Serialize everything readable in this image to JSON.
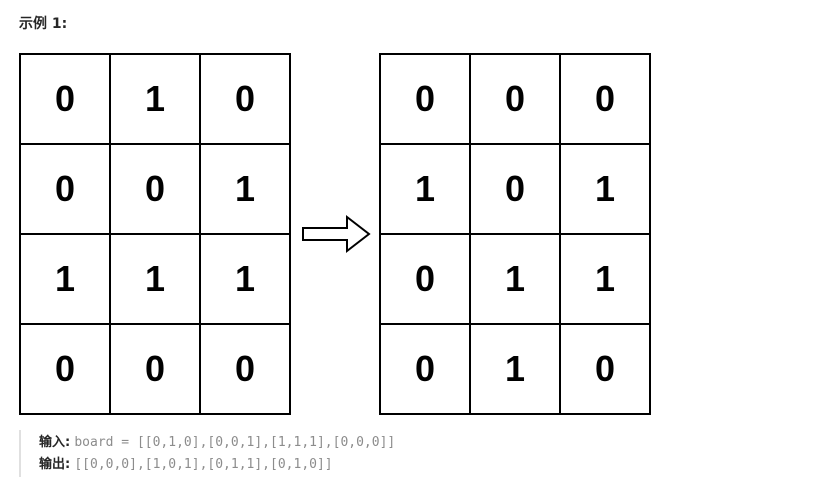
{
  "example": {
    "title": "示例 1:"
  },
  "figure": {
    "board_input": [
      [
        0,
        1,
        0
      ],
      [
        0,
        0,
        1
      ],
      [
        1,
        1,
        1
      ],
      [
        0,
        0,
        0
      ]
    ],
    "board_output": [
      [
        0,
        0,
        0
      ],
      [
        1,
        0,
        1
      ],
      [
        0,
        1,
        1
      ],
      [
        0,
        1,
        0
      ]
    ],
    "arrow_icon": "right-arrow-icon"
  },
  "io": {
    "input_label": "输入:",
    "input_value": "board = [[0,1,0],[0,0,1],[1,1,1],[0,0,0]]",
    "output_label": "输出:",
    "output_value": "[[0,0,0],[1,0,1],[0,1,1],[0,1,0]]"
  },
  "colors": {
    "text_dark": "#262626",
    "code_grey": "#8c8c8c",
    "quote_border": "#e0e0e0"
  }
}
